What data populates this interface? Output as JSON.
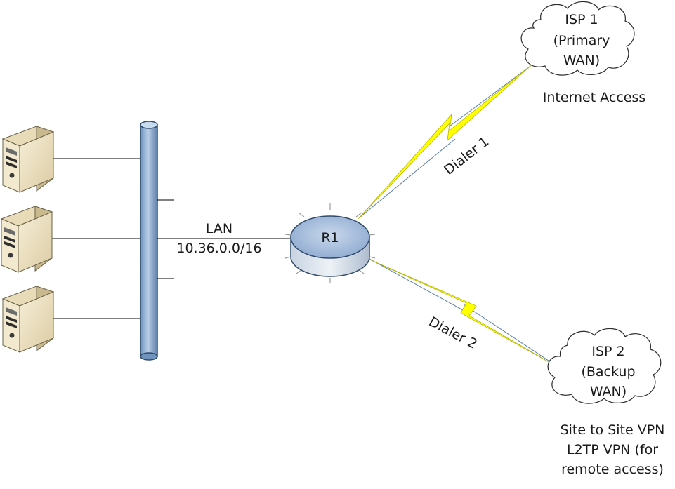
{
  "router": {
    "label": "R1"
  },
  "lan": {
    "label": "LAN",
    "subnet": "10.36.0.0/16"
  },
  "links": {
    "dialer1": "Dialer 1",
    "dialer2": "Dialer 2"
  },
  "isp1": {
    "lines": [
      "ISP 1",
      "(Primary",
      "WAN)"
    ],
    "note": "Internet Access"
  },
  "isp2": {
    "lines": [
      "ISP 2",
      "(Backup",
      "WAN)"
    ],
    "notes": [
      "Site to Site VPN",
      "L2TP VPN (for",
      "remote access)"
    ]
  },
  "servers": [
    {
      "icon": "server-tower-icon"
    },
    {
      "icon": "server-tower-icon"
    },
    {
      "icon": "server-tower-icon"
    }
  ],
  "colors": {
    "lightning": "#ffff00",
    "lightning_stroke": "#b5b500",
    "link_line": "#5a7fa6",
    "bus": "#8fb0d4",
    "router_top": "#a9bfdc",
    "server_body": "#efe3c4"
  }
}
